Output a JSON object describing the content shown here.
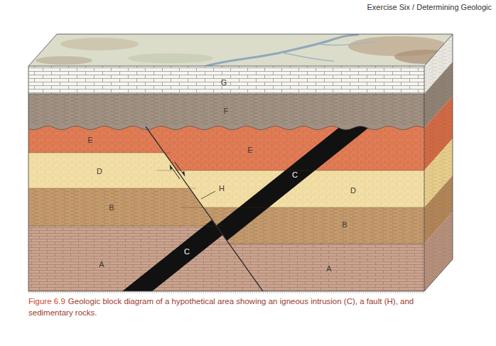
{
  "diagram": {
    "caption": "Geologic block diagram of a hypothetical area showing an igneous intrusion (C), a fault (H), and sedimentary rocks.",
    "labels": [
      "Exercise Six / Determining Geologic",
      "G",
      "F",
      "E",
      "E",
      "D",
      "C",
      "H",
      "D",
      "B",
      "C",
      "B",
      "A",
      "A",
      "Figure 6.9"
    ]
  }
}
